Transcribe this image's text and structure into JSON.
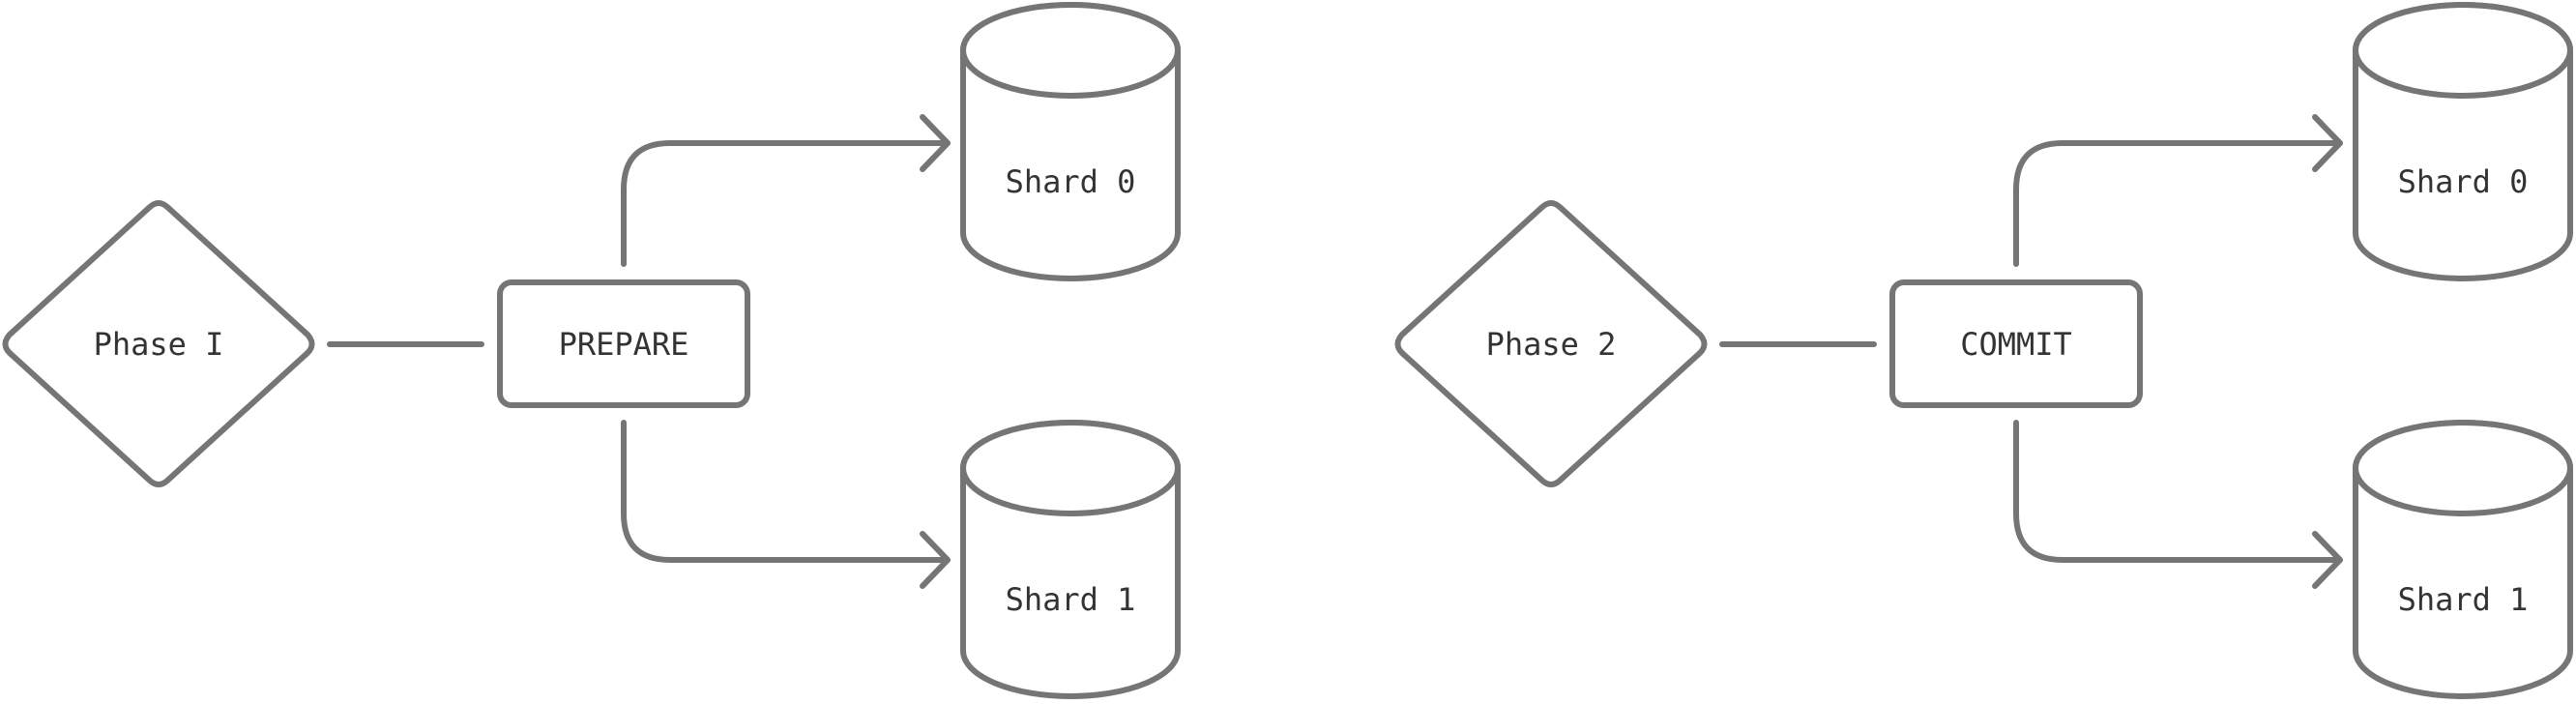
{
  "diagram": {
    "stroke_color": "#757575",
    "text_color": "#333333",
    "background": "#ffffff",
    "phase1": {
      "label": "Phase I",
      "action": "PREPARE",
      "shard0": "Shard 0",
      "shard1": "Shard 1"
    },
    "phase2": {
      "label": "Phase 2",
      "action": "COMMIT",
      "shard0": "Shard 0",
      "shard1": "Shard 1"
    }
  }
}
